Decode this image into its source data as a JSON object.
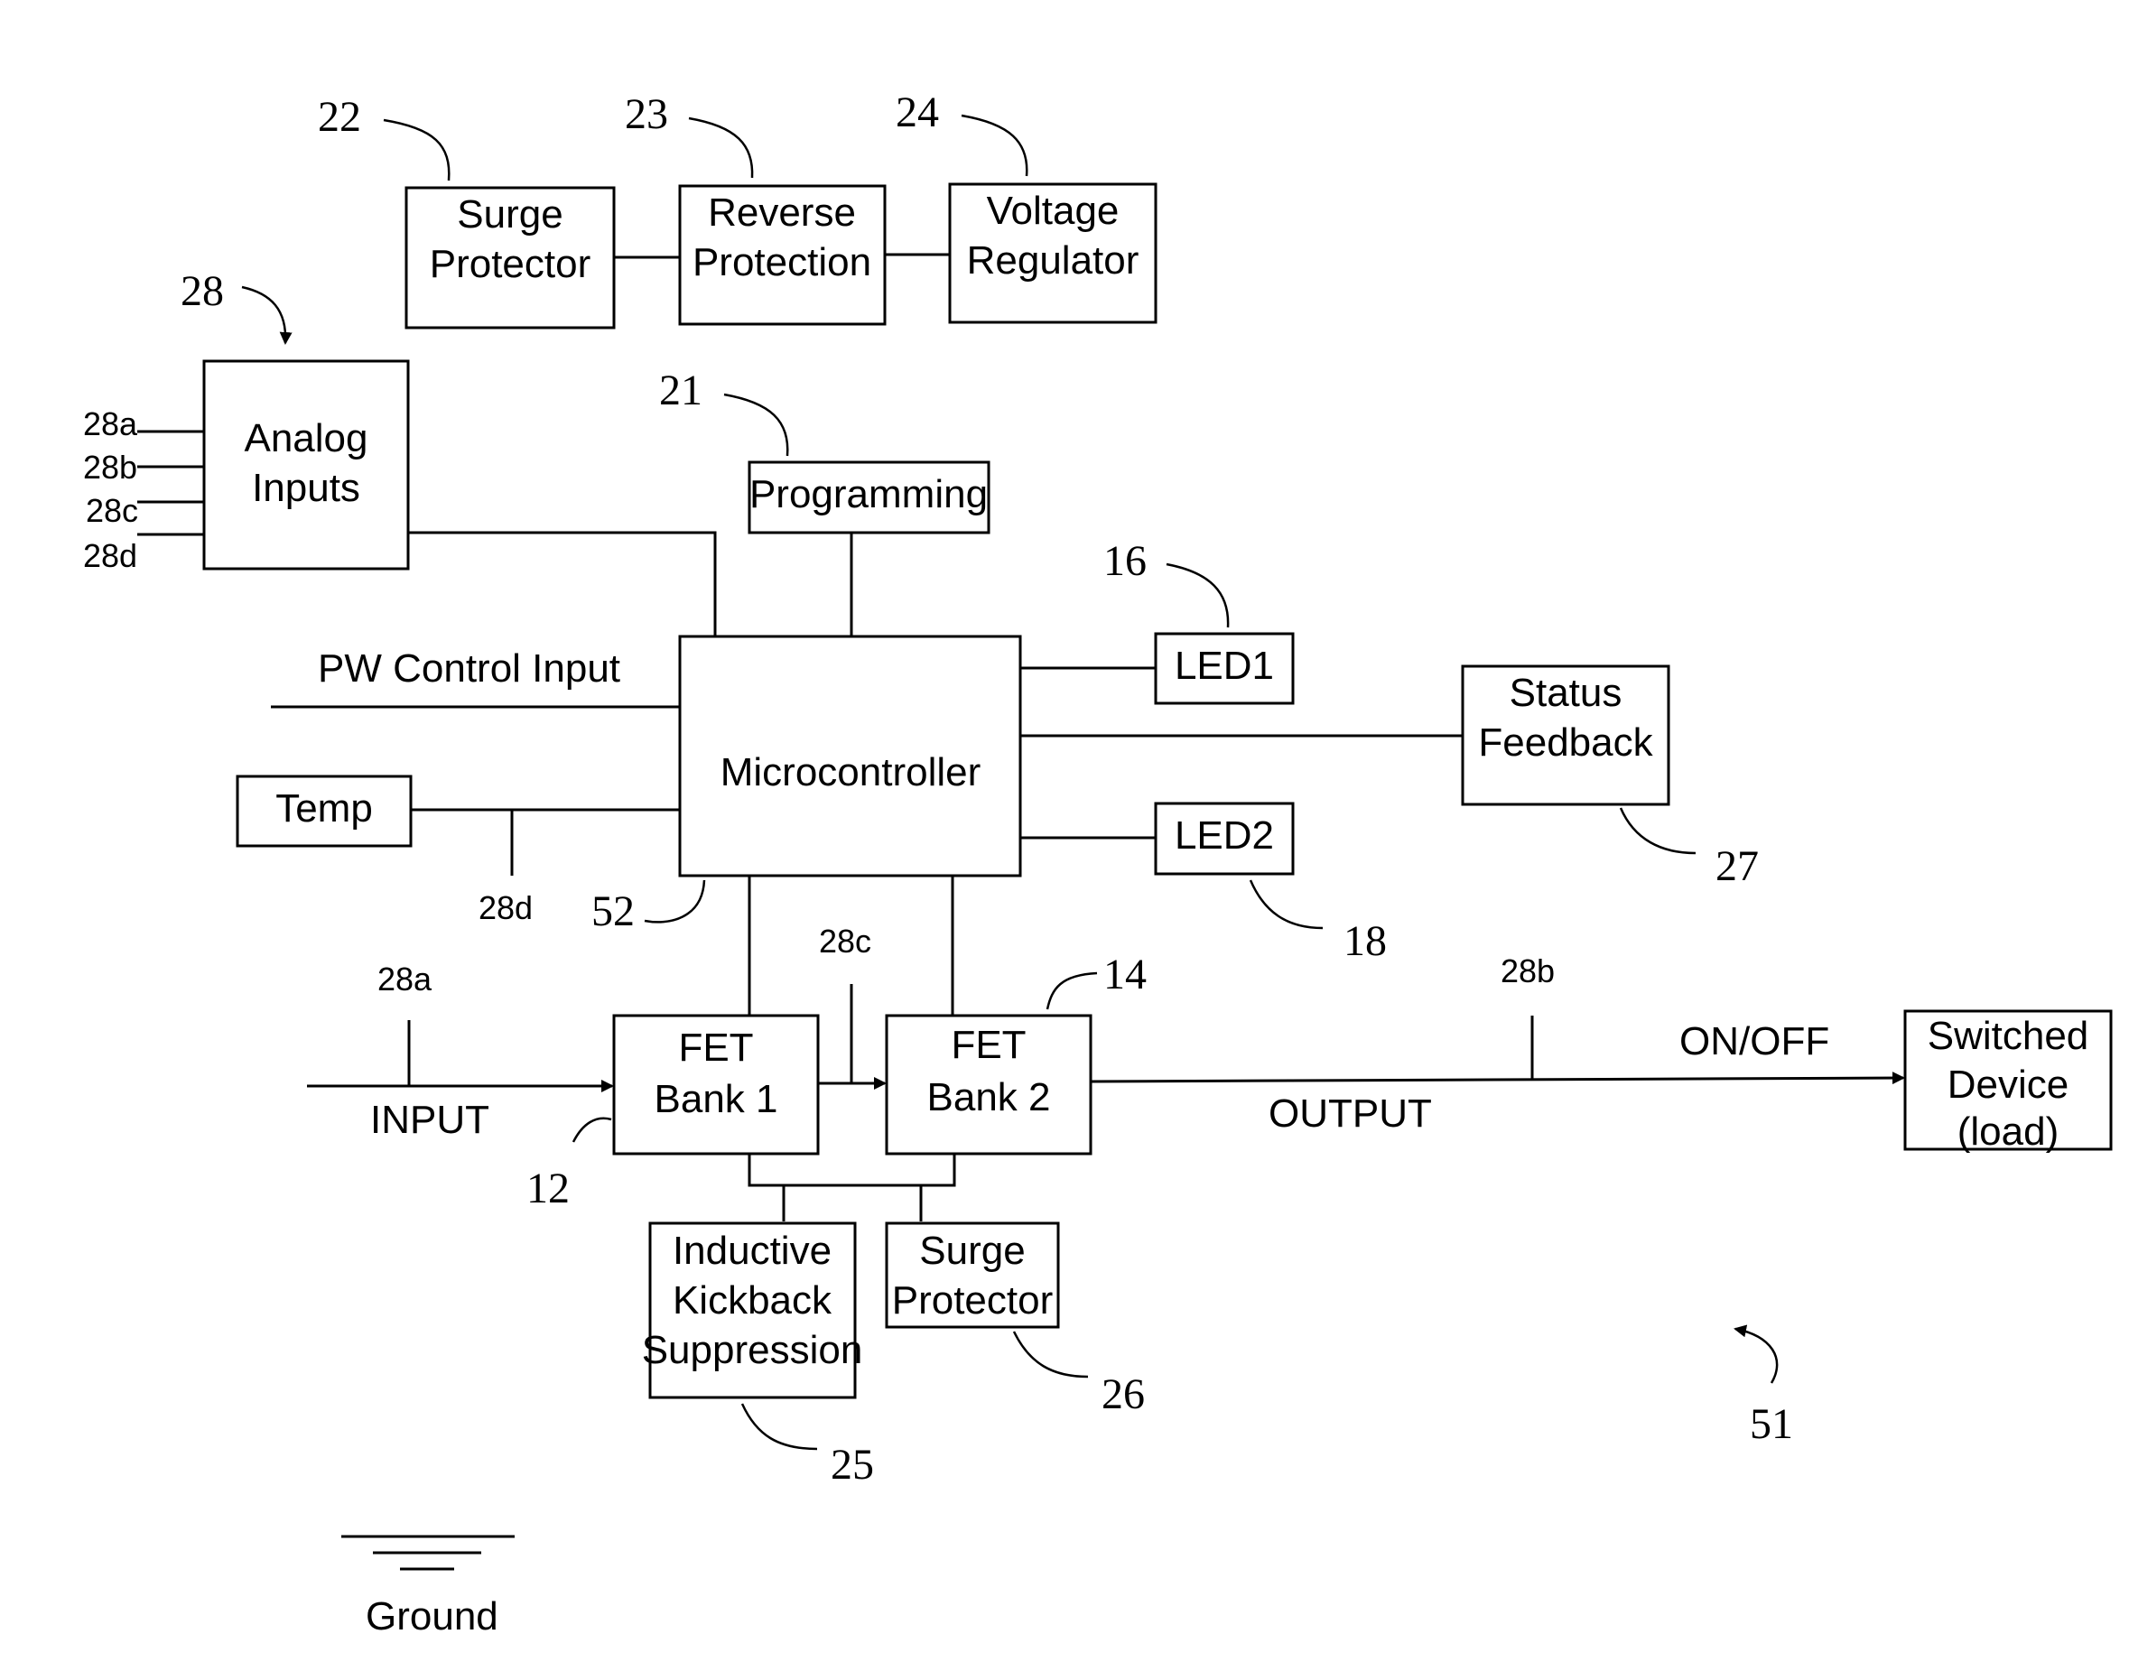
{
  "blocks": {
    "surge_protector_top": [
      "Surge",
      "Protector"
    ],
    "reverse_protection": [
      "Reverse",
      "Protection"
    ],
    "voltage_regulator": [
      "Voltage",
      "Regulator"
    ],
    "analog_inputs": [
      "Analog",
      "Inputs"
    ],
    "programming": [
      "Programming"
    ],
    "microcontroller": [
      "Microcontroller"
    ],
    "led1": [
      "LED1"
    ],
    "led2": [
      "LED2"
    ],
    "status_feedback": [
      "Status",
      "Feedback"
    ],
    "temp": [
      "Temp"
    ],
    "fet_bank_1": [
      "FET",
      "Bank 1"
    ],
    "fet_bank_2": [
      "FET",
      "Bank 2"
    ],
    "switched_device": [
      "Switched",
      "Device",
      "(load)"
    ],
    "inductive_kickback": [
      "Inductive",
      "Kickback",
      "Suppression"
    ],
    "surge_protector_bottom": [
      "Surge",
      "Protector"
    ]
  },
  "reference_numerals": {
    "surge_protector_top": "22",
    "reverse_protection": "23",
    "voltage_regulator": "24",
    "analog_inputs": "28",
    "programming": "21",
    "led1": "16",
    "status_feedback": "27",
    "led2": "18",
    "microcontroller": "52",
    "fet_bank_2": "14",
    "fet_input": "12",
    "surge_protector_bottom": "26",
    "inductive_kickback": "25",
    "system": "51"
  },
  "signals": {
    "analog_in_a": "28a",
    "analog_in_b": "28b",
    "analog_in_c": "28c",
    "analog_in_d": "28d",
    "temp_tap": "28d",
    "input_tap": "28a",
    "fet_tap": "28c",
    "output_tap": "28b"
  },
  "line_labels": {
    "pw_control_input": "PW Control Input",
    "input": "INPUT",
    "output": "OUTPUT",
    "on_off": "ON/OFF",
    "ground": "Ground"
  }
}
